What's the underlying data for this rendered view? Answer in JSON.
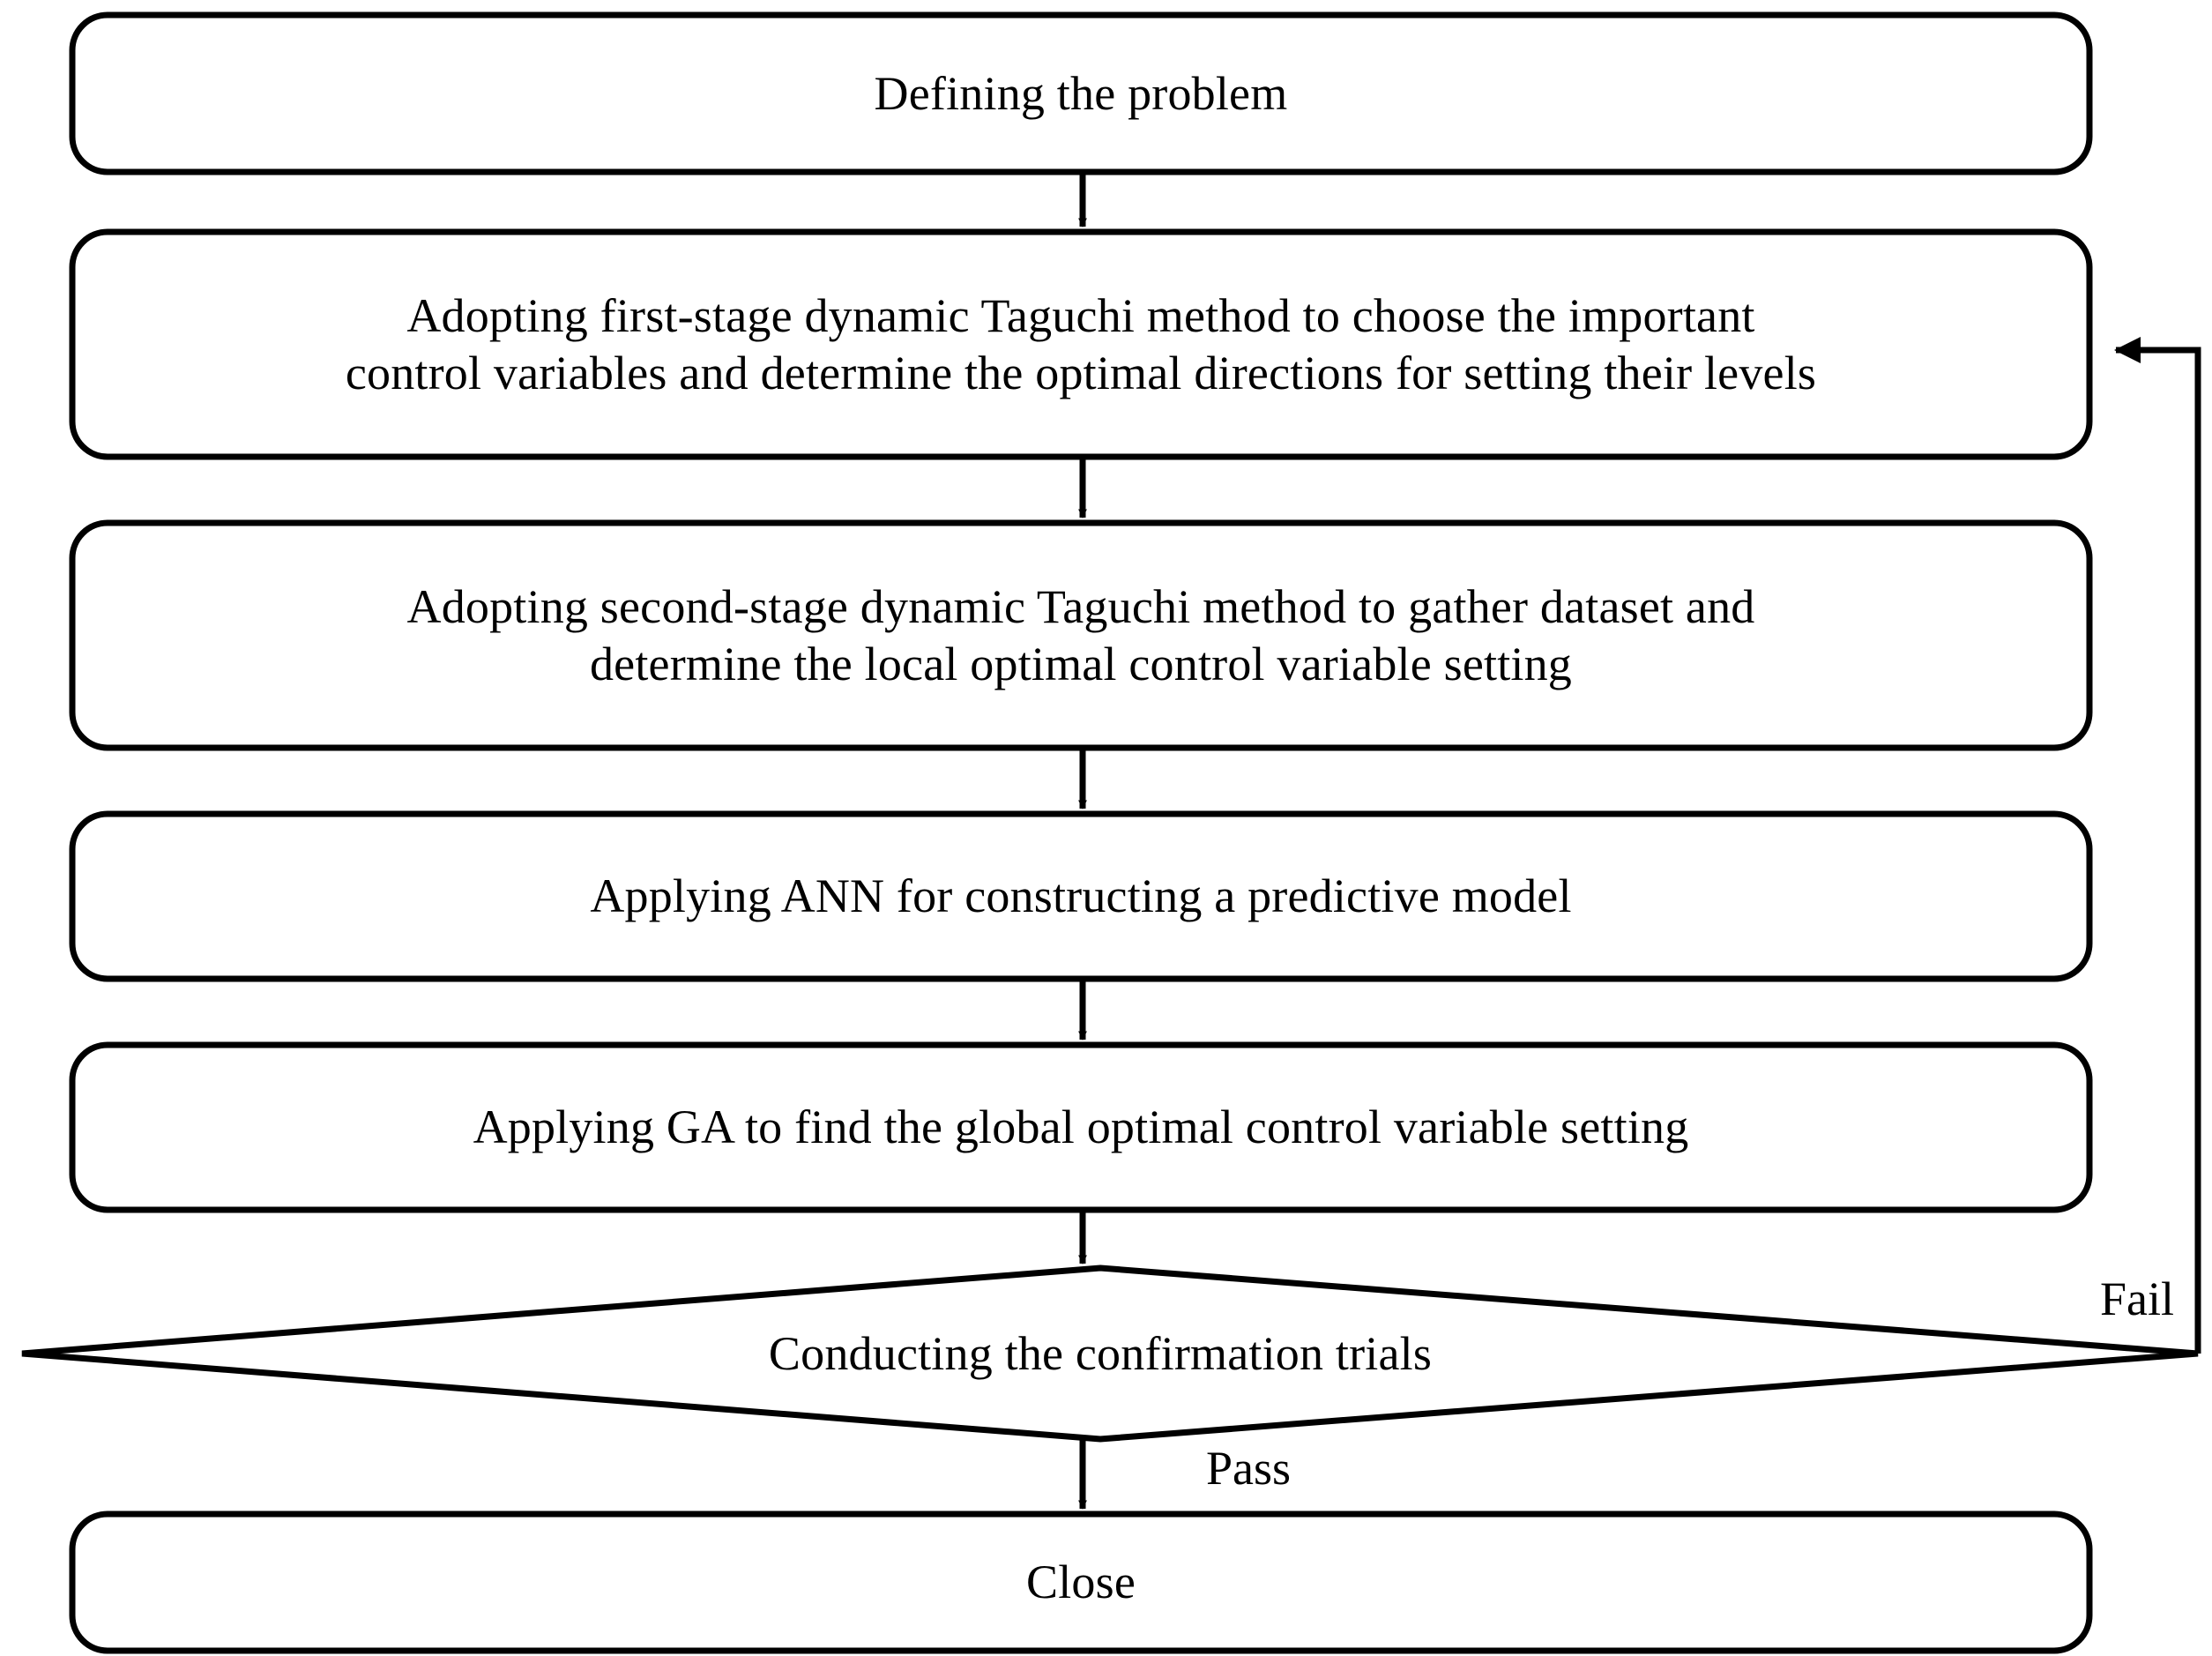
{
  "diagram": {
    "title": "Taguchi-ANN-GA optimization flowchart",
    "stroke_color": "#000000",
    "fill_color": "#ffffff",
    "nodes": [
      {
        "id": "define",
        "shape": "rounded-rectangle",
        "label": "Defining the problem"
      },
      {
        "id": "first-stage-taguchi",
        "shape": "rounded-rectangle",
        "label": "Adopting first-stage dynamic Taguchi method to choose the important\ncontrol variables and determine the optimal directions for setting their levels"
      },
      {
        "id": "second-stage-taguchi",
        "shape": "rounded-rectangle",
        "label": "Adopting second-stage dynamic Taguchi method to gather dataset and\ndetermine the local optimal control variable setting"
      },
      {
        "id": "ann",
        "shape": "rounded-rectangle",
        "label": "Applying ANN for constructing a predictive model"
      },
      {
        "id": "ga",
        "shape": "rounded-rectangle",
        "label": "Applying GA to find the global optimal control variable setting"
      },
      {
        "id": "confirmation",
        "shape": "diamond",
        "label": "Conducting the confirmation trials"
      },
      {
        "id": "close",
        "shape": "rounded-rectangle",
        "label": "Close"
      }
    ],
    "edges": [
      {
        "id": "e1",
        "from": "define",
        "to": "first-stage-taguchi",
        "label": ""
      },
      {
        "id": "e2",
        "from": "first-stage-taguchi",
        "to": "second-stage-taguchi",
        "label": ""
      },
      {
        "id": "e3",
        "from": "second-stage-taguchi",
        "to": "ann",
        "label": ""
      },
      {
        "id": "e4",
        "from": "ann",
        "to": "ga",
        "label": ""
      },
      {
        "id": "e5",
        "from": "ga",
        "to": "confirmation",
        "label": ""
      },
      {
        "id": "e6",
        "from": "confirmation",
        "to": "close",
        "label": "Pass"
      },
      {
        "id": "e7",
        "from": "confirmation",
        "to": "first-stage-taguchi",
        "label": "Fail"
      }
    ],
    "edge_labels": {
      "fail": "Fail",
      "pass": "Pass"
    }
  }
}
